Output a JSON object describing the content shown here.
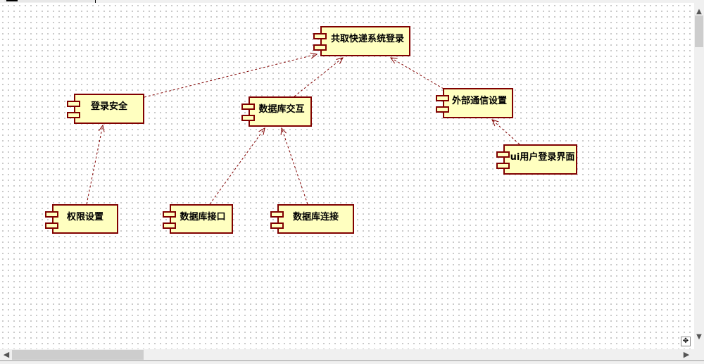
{
  "diagram": {
    "type": "UML component diagram",
    "components": [
      {
        "id": "login",
        "label": "共取快递系统登录"
      },
      {
        "id": "login_security",
        "label": "登录安全"
      },
      {
        "id": "db_interaction",
        "label": "数据库交互"
      },
      {
        "id": "external_comm",
        "label": "外部通信设置"
      },
      {
        "id": "ui_login",
        "label": "ui用户登录界面"
      },
      {
        "id": "permission",
        "label": "权限设置"
      },
      {
        "id": "db_interface",
        "label": "数据库接口"
      },
      {
        "id": "db_connection",
        "label": "数据库连接"
      }
    ],
    "dependencies": [
      {
        "from": "login_security",
        "to": "login",
        "style": "dashed-arrow"
      },
      {
        "from": "db_interaction",
        "to": "login",
        "style": "dashed-arrow"
      },
      {
        "from": "external_comm",
        "to": "login",
        "style": "dashed-arrow"
      },
      {
        "from": "permission",
        "to": "login_security",
        "style": "dashed-arrow"
      },
      {
        "from": "db_interface",
        "to": "db_interaction",
        "style": "dashed-arrow"
      },
      {
        "from": "db_connection",
        "to": "db_interaction",
        "style": "dashed-arrow"
      },
      {
        "from": "ui_login",
        "to": "external_comm",
        "style": "dashed-arrow"
      }
    ],
    "colors": {
      "component_fill": "#ffffc0",
      "component_border": "#800000",
      "edge": "#800000"
    }
  },
  "scrollbars": {
    "up_icon": "▲",
    "down_icon": "▼",
    "left_icon": "◀",
    "right_icon": "▶",
    "move_icon": "✥"
  }
}
